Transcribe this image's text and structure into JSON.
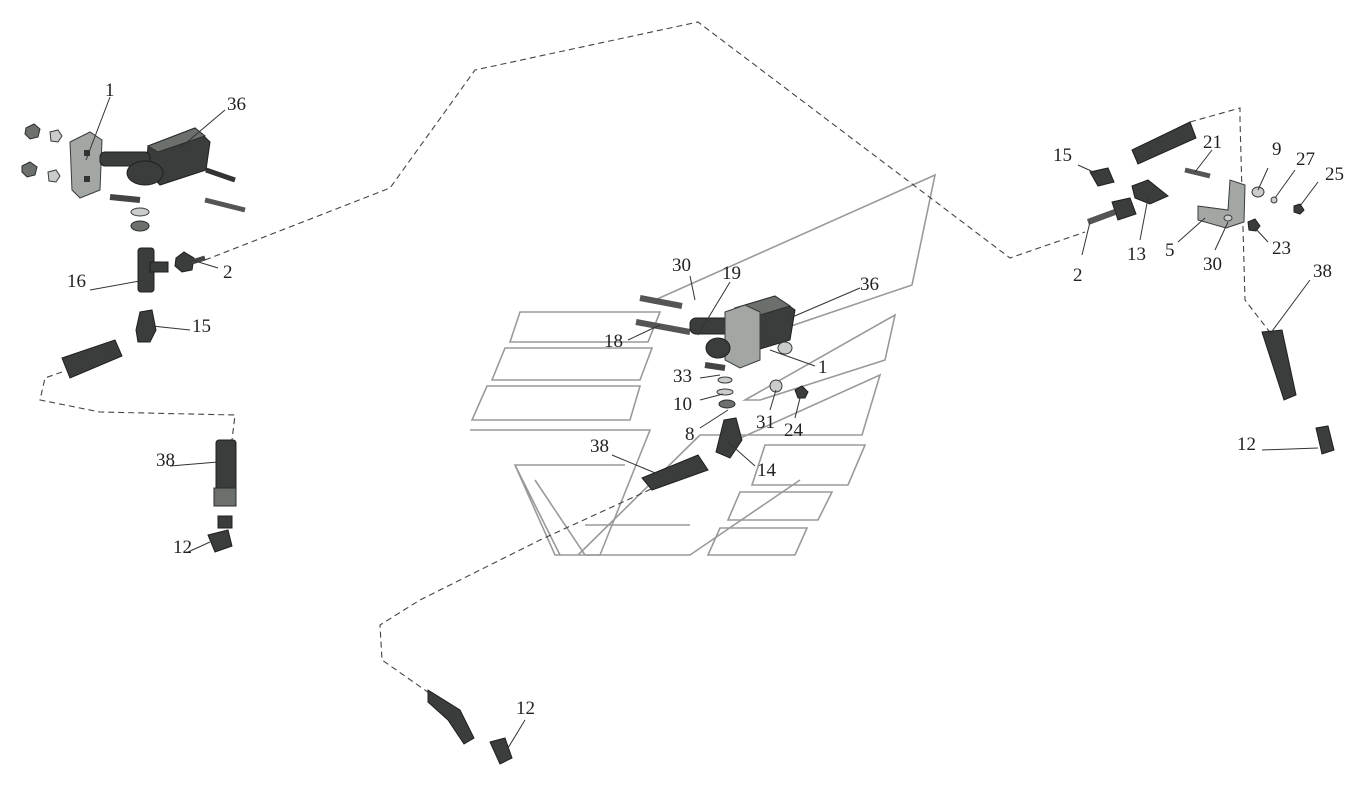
{
  "diagram": {
    "labels": {
      "left_1": "1",
      "left_36": "36",
      "left_16": "16",
      "left_2": "2",
      "left_15": "15",
      "left_38": "38",
      "left_12": "12",
      "mid_30": "30",
      "mid_19": "19",
      "mid_36": "36",
      "mid_18": "18",
      "mid_1": "1",
      "mid_33": "33",
      "mid_10": "10",
      "mid_8": "8",
      "mid_31": "31",
      "mid_24": "24",
      "mid_38": "38",
      "mid_14": "14",
      "bottom_12": "12",
      "right_15": "15",
      "right_21": "21",
      "right_9": "9",
      "right_27": "27",
      "right_25": "25",
      "right_13": "13",
      "right_5": "5",
      "right_30": "30",
      "right_23": "23",
      "right_2": "2",
      "right_38": "38",
      "right_12": "12"
    }
  }
}
